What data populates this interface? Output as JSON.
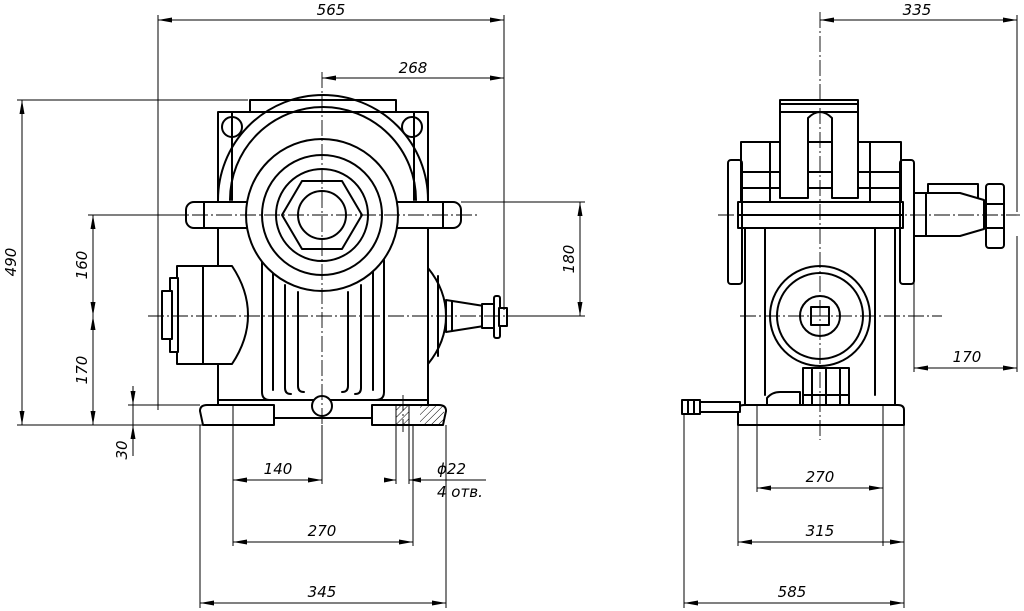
{
  "dimensions": {
    "front_overall_width": "565",
    "front_shaft_offset": "268",
    "front_height": "490",
    "front_upper_axis": "160",
    "front_lower_axis": "170",
    "front_base_thickness": "30",
    "front_right_axis": "180",
    "front_half_bolt": "140",
    "front_bolt_span": "270",
    "front_base_width": "345",
    "hole_diameter": "ϕ22",
    "hole_count": "4 отв.",
    "side_width": "335",
    "side_shaft_height": "170",
    "side_bolt_span": "270",
    "side_base_width": "315",
    "side_overall_width": "585"
  },
  "colors": {
    "line": "#000000",
    "background": "#ffffff"
  }
}
